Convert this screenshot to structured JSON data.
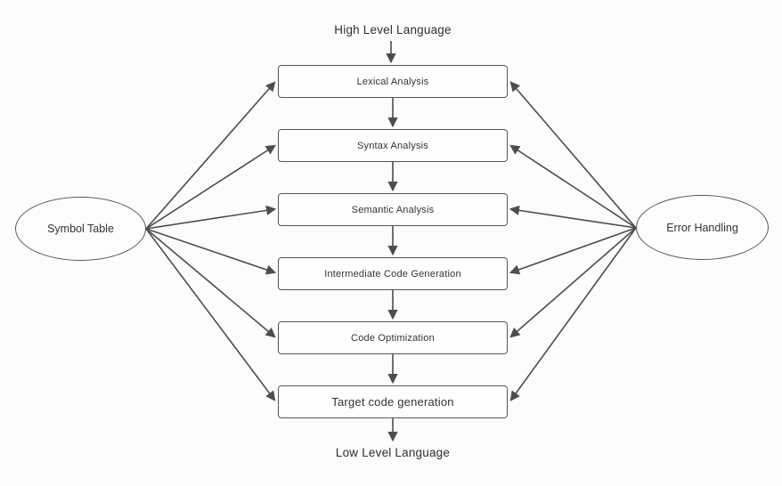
{
  "diagram": {
    "top_label": "High Level Language",
    "bottom_label": "Low Level Language",
    "phases": [
      {
        "label": "Lexical Analysis"
      },
      {
        "label": "Syntax Analysis"
      },
      {
        "label": "Semantic Analysis"
      },
      {
        "label": "Intermediate Code Generation"
      },
      {
        "label": "Code Optimization"
      },
      {
        "label": "Target code generation"
      }
    ],
    "left_node": {
      "label": "Symbol Table"
    },
    "right_node": {
      "label": "Error Handling"
    },
    "colors": {
      "line": "#4d4d4d",
      "node_border": "#555555",
      "text": "#333333",
      "background": "#fcfcfc"
    }
  }
}
